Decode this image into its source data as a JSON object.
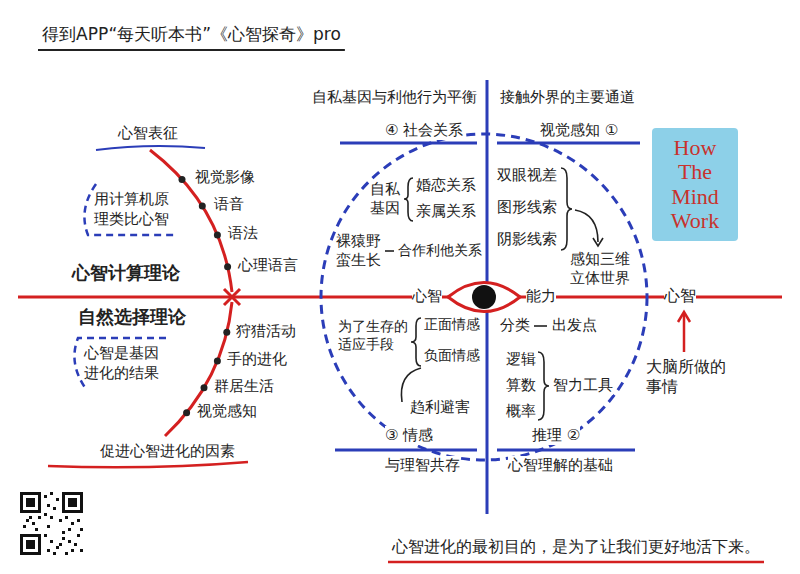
{
  "diagram": {
    "title": "得到APP“每天听本书”《心智探奇》pro",
    "caption": "心智进化的最初目的，是为了让我们更好地活下来。",
    "nodes": [
      {
        "text": [
          "用计算机原理类比心智"
        ]
      },
      {
        "text": [
          "心智是基因进化的结果"
        ]
      },
      {
        "text": [
          "心智",
          "能力"
        ]
      },
      {
        "text": [
          "How The Mind Work"
        ]
      }
    ],
    "labels": [
      "心智表征",
      "视觉影像",
      "语音",
      "语法",
      "心理语言",
      "心智计算理论",
      "自然选择理论",
      "狩猎活动",
      "手的进化",
      "群居生活",
      "视觉感知",
      "促进心智进化的因素",
      "自私基因与利他行为平衡",
      "接触外界的主要通道",
      "④ 社会关系",
      "视觉感知 ①",
      "自私基因",
      "婚恋关系",
      "亲属关系",
      "裸猿野蛮生长",
      "合作利他关系",
      "双眼视差",
      "图形线索",
      "阴影线索",
      "感知三维立体世界",
      "为了生存的适应手段",
      "正面情感",
      "负面情感",
      "趋利避害",
      "③ 情感",
      "与理智共存",
      "分类",
      "出发点",
      "逻辑",
      "算数",
      "概率",
      "智力工具",
      "推理 ②",
      "心智理解的基础",
      "心智",
      "大脑所做的事情"
    ]
  }
}
